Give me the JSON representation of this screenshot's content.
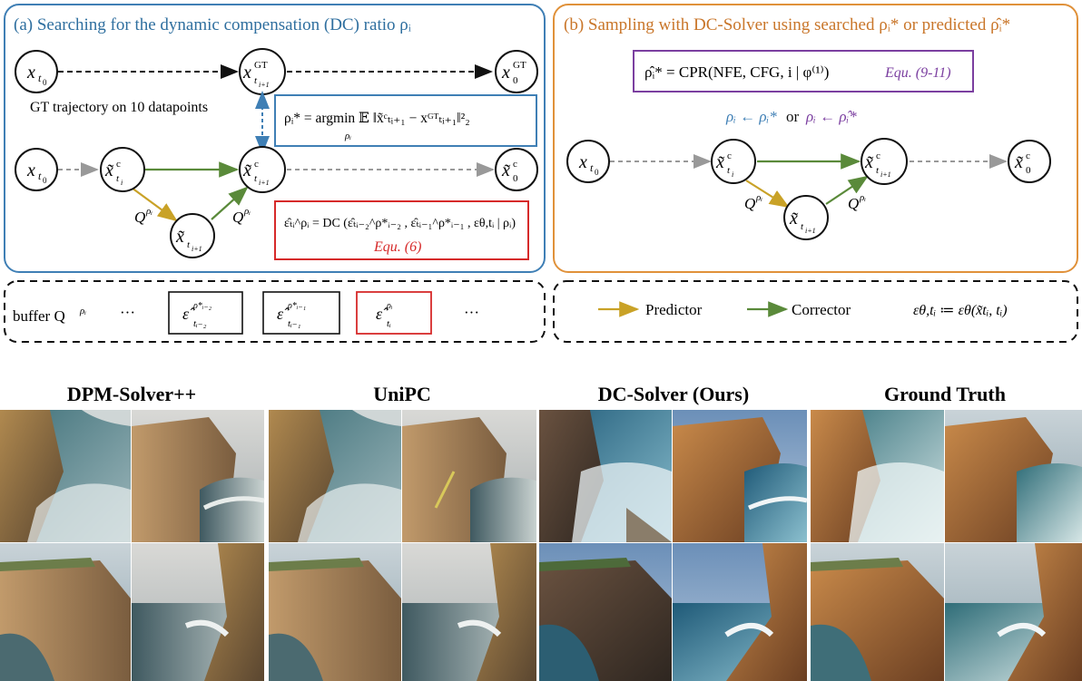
{
  "panel_a": {
    "title": "(a) Searching for the dynamic compensation (DC) ratio ρᵢ",
    "gt_caption": "GT trajectory on 10 datapoints",
    "nodes": {
      "gt_start": "x",
      "gt_mid": "x",
      "gt_end": "x",
      "s_start": "x",
      "s_xt": "x̃",
      "s_next": "x̃",
      "s_pred": "x̃",
      "s_end": "x̃"
    },
    "q_label_left": "Q",
    "q_label_right": "Q",
    "argmin_box": {
      "lhs": "ρᵢ* = argmin 𝔼 ‖x̃ᶜₜᵢ₊₁ − xᴳᵀₜᵢ₊₁‖²₂",
      "under": "ρᵢ"
    },
    "dc_box": {
      "formula": "ε̂ₜᵢ^ρᵢ = DC (ε̂ₜᵢ₋₂^ρ*ᵢ₋₂ , ε̂ₜᵢ₋₁^ρ*ᵢ₋₁ , εθ,tᵢ | ρᵢ)",
      "ref": "Equ. (6)"
    }
  },
  "panel_b": {
    "title": "(b) Sampling with DC-Solver using searched ρᵢ* or predicted ρ̂ᵢ*",
    "cpr_formula": "ρ̂ᵢ* = CPR(NFE, CFG, i | φ⁽¹⁾)",
    "cpr_ref": "Equ. (9-11)",
    "assign_left": "ρᵢ ← ρᵢ*",
    "assign_or": " or ",
    "assign_right": "ρᵢ ← ρ̂ᵢ*",
    "q_label_left": "Q",
    "q_label_right": "Q"
  },
  "buffer": {
    "label": "buffer Q",
    "ellipsis": "···",
    "ellipsis_end": "···",
    "item1": "ε̂",
    "item2": "ε̂",
    "item3": "ε̂"
  },
  "legend": {
    "predictor": "Predictor",
    "corrector": "Corrector",
    "definition": "εθ,tᵢ ≔ εθ(x̃tᵢ, tᵢ)",
    "colors": {
      "predictor": "#c9a227",
      "corrector": "#5a8a3a"
    }
  },
  "gallery": {
    "methods": [
      "DPM-Solver++",
      "UniPC",
      "DC-Solver (Ours)",
      "Ground Truth"
    ]
  },
  "colors": {
    "panel_a_border": "#3f7fb5",
    "panel_b_border": "#e0913a",
    "title_a": "#2f6f9f",
    "title_b": "#c9762a",
    "argmin_border": "#3f7fb5",
    "dc_border": "#d62a2a",
    "cpr_border": "#7b3fa0"
  }
}
